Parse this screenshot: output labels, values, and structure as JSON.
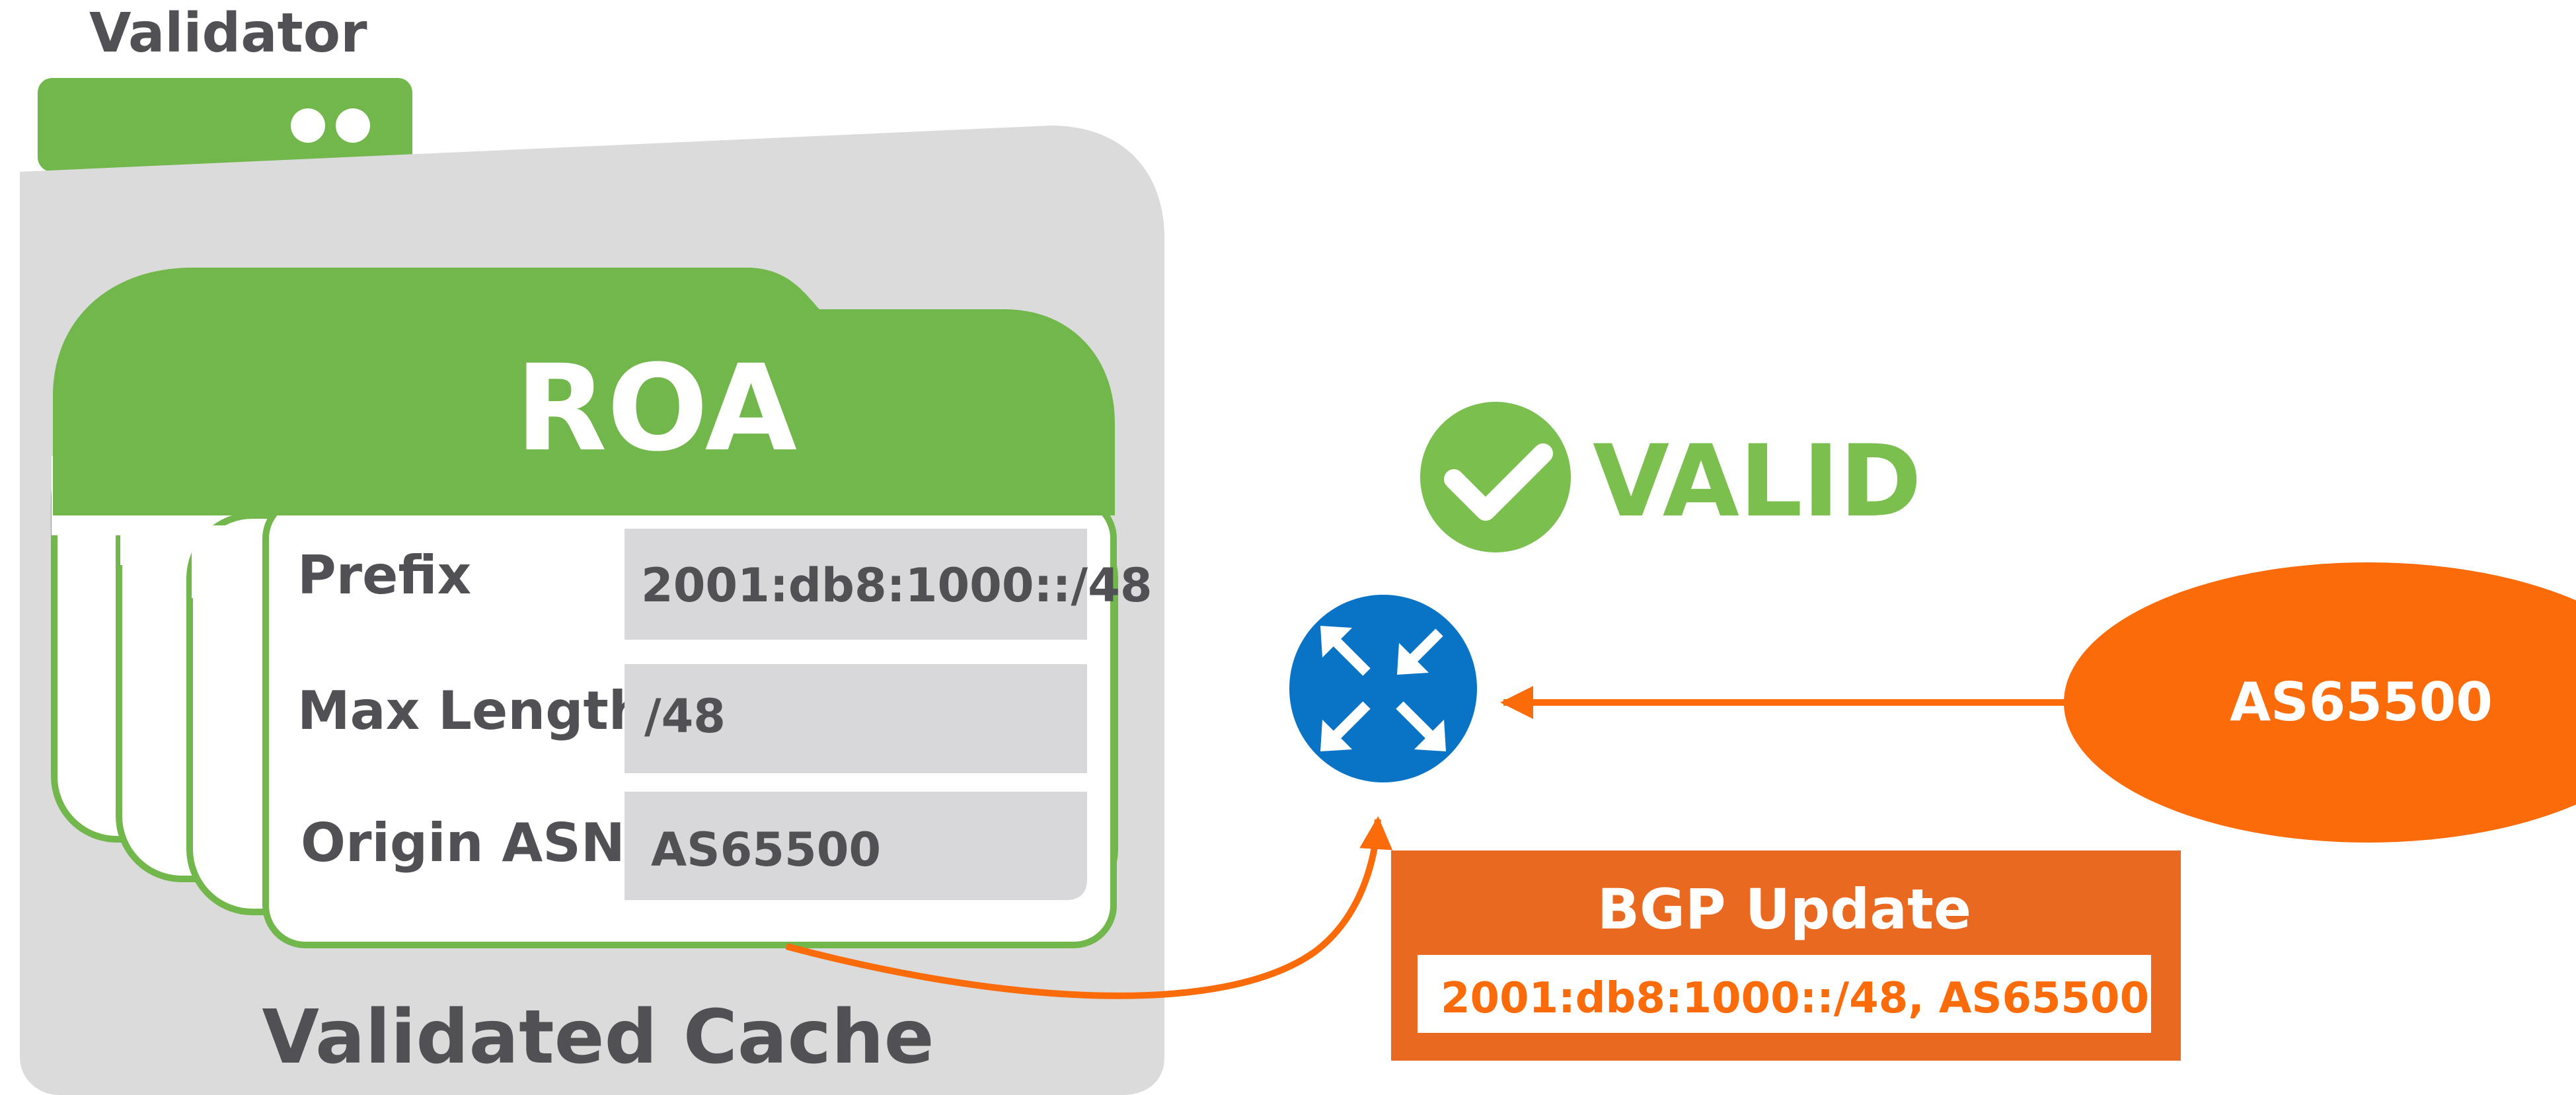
{
  "validator": {
    "title": "Validator"
  },
  "cache": {
    "label": "Validated Cache"
  },
  "roa": {
    "title": "ROA",
    "rows": [
      {
        "label": "Prefix",
        "value": "2001:db8:1000::/48"
      },
      {
        "label": "Max Length",
        "value": "/48"
      },
      {
        "label": "Origin ASN",
        "value": "AS65500"
      }
    ]
  },
  "status": {
    "text": "VALID",
    "icon": "checkmark-circle-icon"
  },
  "router": {
    "icon": "router-icon"
  },
  "peer": {
    "label": "AS65500"
  },
  "bgp_update": {
    "title": "BGP Update",
    "content": "2001:db8:1000::/48, AS65500"
  },
  "colors": {
    "green": "#72b74b",
    "valid_green": "#7bc04f",
    "gray_panel": "#dcdbdc",
    "field_gray": "#d8d8da",
    "text_gray": "#505055",
    "orange": "#fb6b0a",
    "orange_box": "#ea6920",
    "router_blue": "#0974c6"
  }
}
